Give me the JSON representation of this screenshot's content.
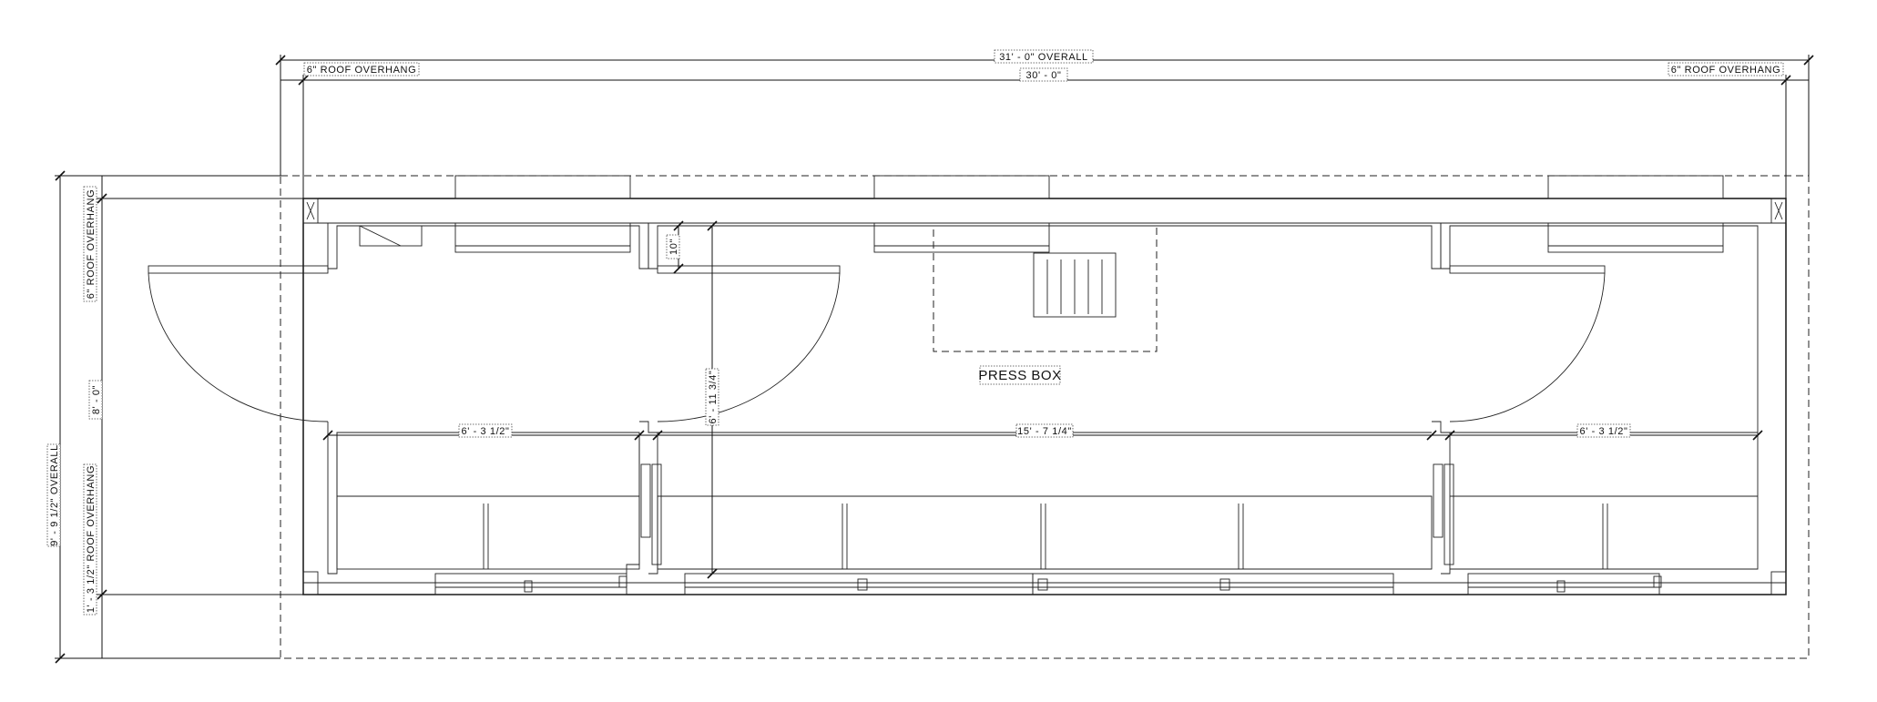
{
  "title": "PRESS BOX",
  "dimensions": {
    "overall_width": "31' - 0\" OVERALL",
    "inner_width": "30' - 0\"",
    "roof_overhang_left": "6\" ROOF OVERHANG",
    "roof_overhang_right": "6\" ROOF OVERHANG",
    "overall_depth": "9' - 9 1/2\" OVERALL",
    "roof_overhang_top": "6\" ROOF OVERHANG",
    "depth": "8' - 0\"",
    "roof_overhang_bottom": "1' - 3 1/2\" ROOF OVERHANG",
    "left_room": "6' - 3 1/2\"",
    "center_room": "15' - 7 1/4\"",
    "right_room": "6' - 3 1/2\"",
    "interior_depth": "6' - 11 3/4\"",
    "small_offset": "10\""
  }
}
